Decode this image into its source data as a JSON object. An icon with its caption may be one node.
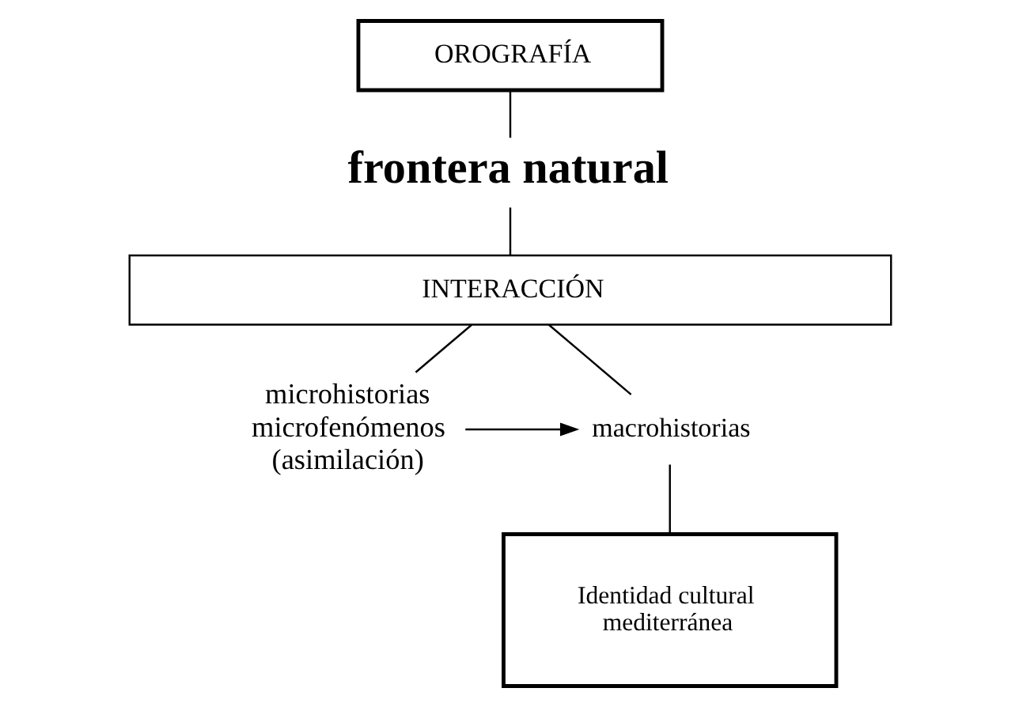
{
  "diagram": {
    "nodes": [
      {
        "text": [
          "OROGRAFÍA"
        ]
      },
      {
        "text": [
          "frontera natural"
        ]
      },
      {
        "text": [
          "INTERACCIÓN"
        ]
      },
      {
        "text": [
          "microhistorias microfenómenos (asimilación)"
        ]
      },
      {
        "text": [
          "macrohistorias"
        ]
      },
      {
        "text": [
          "Identidad cultural mediterránea"
        ]
      }
    ],
    "edges": [
      {
        "from": 0,
        "to": 1,
        "arrow": "none"
      },
      {
        "from": 1,
        "to": 2,
        "arrow": "none"
      },
      {
        "from": 2,
        "to": 3,
        "arrow": "none"
      },
      {
        "from": 2,
        "to": 4,
        "arrow": "none"
      },
      {
        "from": 3,
        "to": 4,
        "arrow": "to"
      },
      {
        "from": 4,
        "to": 5,
        "arrow": "none"
      }
    ]
  }
}
